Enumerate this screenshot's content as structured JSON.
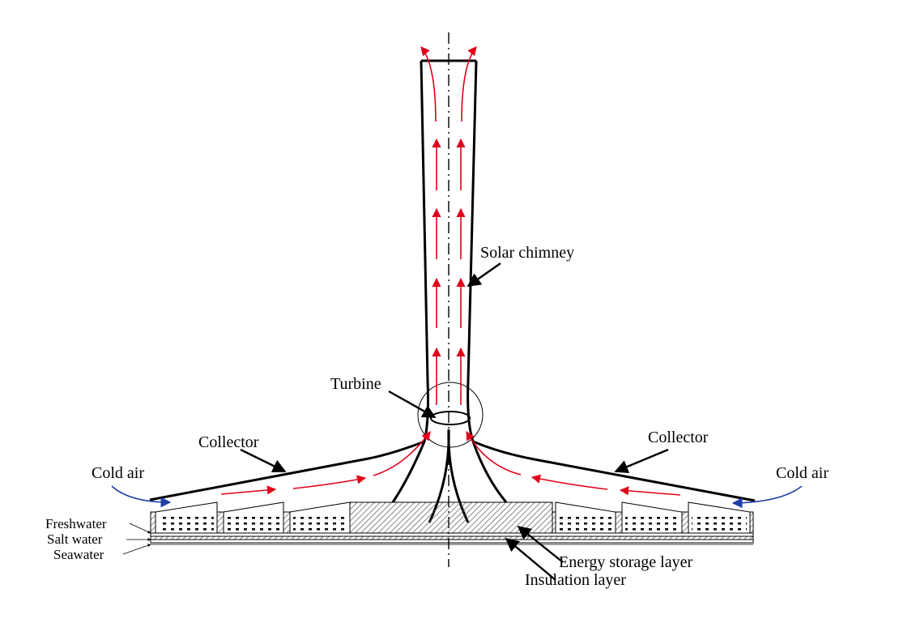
{
  "labels": {
    "solar_chimney": "Solar chimney",
    "turbine": "Turbine",
    "collector_left": "Collector",
    "collector_right": "Collector",
    "cold_air_left": "Cold air",
    "cold_air_right": "Cold air",
    "freshwater": "Freshwater",
    "salt_water": "Salt water",
    "seawater": "Seawater",
    "energy_storage_layer": "Energy storage layer",
    "insulation_layer": "Insulation layer"
  },
  "colors": {
    "structure": "#000000",
    "hot_air_flow": "#e0001b",
    "cold_air_flow": "#1f3fa8",
    "hatch": "#555555"
  }
}
